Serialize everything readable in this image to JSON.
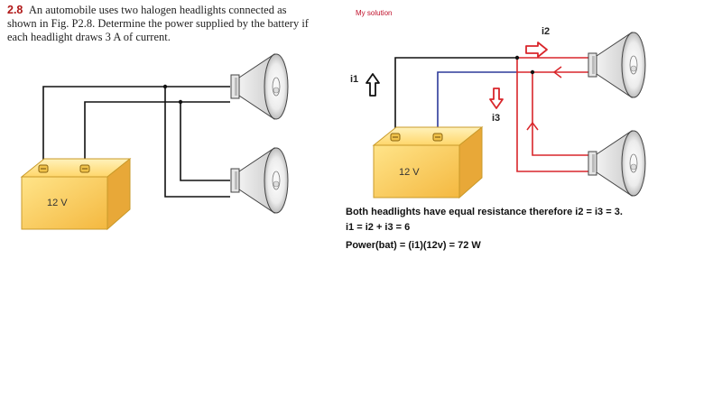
{
  "problem": {
    "number": "2.8",
    "text": "An automobile uses two halogen headlights connected as shown in Fig. P2.8. Determine the power supplied by the battery if each headlight draws 3 A of current."
  },
  "left_figure": {
    "battery_label": "12 V"
  },
  "right_figure": {
    "heading": "My solution",
    "battery_label": "12 V",
    "labels": {
      "i1": "i1",
      "i2": "i2",
      "i3": "i3"
    }
  },
  "solution": {
    "line1": "Both headlights have equal resistance therefore i2 = i3 = 3.",
    "line2": "i1 = i2 + i3 = 6",
    "line3": "Power(bat) = (i1)(12v) = 72 W"
  },
  "colors": {
    "battery_fill": "#ffd86a",
    "battery_edge": "#c99a2a",
    "wire_black": "#111111",
    "wire_blue": "#2d3a9a",
    "wire_red": "#d9262b",
    "accent_red": "#c0102a"
  }
}
